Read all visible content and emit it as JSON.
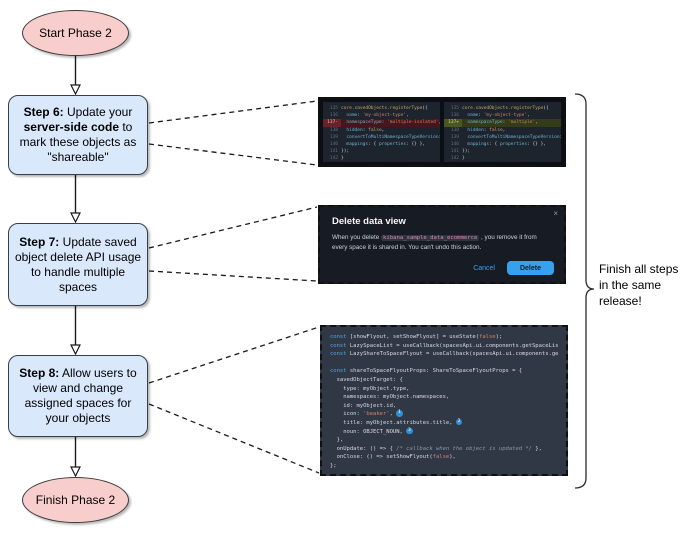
{
  "flowchart": {
    "start_label": "Start Phase 2",
    "finish_label": "Finish Phase 2",
    "steps": [
      {
        "segs": [
          [
            "b",
            "Step 6:"
          ],
          [
            "t",
            " Update your "
          ],
          [
            "b",
            "server-side code"
          ],
          [
            "t",
            " to mark these objects as \"shareable\""
          ]
        ]
      },
      {
        "segs": [
          [
            "b",
            "Step 7:"
          ],
          [
            "t",
            " Update saved object delete API usage to handle multiple spaces"
          ]
        ]
      },
      {
        "segs": [
          [
            "b",
            "Step 8:"
          ],
          [
            "t",
            " Allow users to view and change assigned spaces for your objects"
          ]
        ]
      }
    ],
    "brace_label": "Finish all steps in the same release!"
  },
  "colors": {
    "ellipse_fill": "#f8cecc",
    "step_fill": "#dae8fc",
    "accent_blue": "#36a2ef",
    "diff_removed_bg": "#46161c",
    "diff_added_bg": "#333b18",
    "code_bg_dark": "#1e242e",
    "code_bg_flyout": "#313845",
    "badge_blue": "#2f8fd6"
  },
  "diff": {
    "left": {
      "lines": [
        {
          "n": "135",
          "segs": [
            [
              "fn",
              "core.savedObjects.registerType"
            ],
            [
              "p",
              "({"
            ]
          ]
        },
        {
          "n": "136",
          "segs": [
            [
              "p",
              "  "
            ],
            [
              "k",
              "name"
            ],
            [
              "p",
              ": "
            ],
            [
              "s",
              "'my-object-type'"
            ],
            [
              "p",
              ","
            ]
          ]
        },
        {
          "n": "137-",
          "cls": "removed",
          "segs": [
            [
              "p",
              "  "
            ],
            [
              "k",
              "namespaceType"
            ],
            [
              "p",
              ": "
            ],
            [
              "s",
              "'multiple-isolated'"
            ],
            [
              "p",
              ","
            ]
          ]
        },
        {
          "n": "138",
          "segs": [
            [
              "p",
              "  "
            ],
            [
              "k",
              "hidden"
            ],
            [
              "p",
              ": "
            ],
            [
              "b",
              "false"
            ],
            [
              "p",
              ","
            ]
          ]
        },
        {
          "n": "139",
          "segs": [
            [
              "p",
              "  "
            ],
            [
              "k",
              "convertToMultiNamespaceTypeVersion"
            ],
            [
              "p",
              ": "
            ],
            [
              "s",
              "'"
            ]
          ]
        },
        {
          "n": "140",
          "segs": [
            [
              "p",
              "  "
            ],
            [
              "k",
              "mappings"
            ],
            [
              "p",
              ": { "
            ],
            [
              "k",
              "properties"
            ],
            [
              "p",
              ": {} },"
            ]
          ]
        },
        {
          "n": "141",
          "segs": [
            [
              "p",
              "});"
            ]
          ]
        },
        {
          "n": "142",
          "segs": [
            [
              "p",
              "}"
            ]
          ]
        }
      ]
    },
    "right": {
      "lines": [
        {
          "n": "135",
          "segs": [
            [
              "fn",
              "core.savedObjects.registerType"
            ],
            [
              "p",
              "({"
            ]
          ]
        },
        {
          "n": "136",
          "segs": [
            [
              "p",
              "  "
            ],
            [
              "k",
              "name"
            ],
            [
              "p",
              ": "
            ],
            [
              "s",
              "'my-object-type'"
            ],
            [
              "p",
              ","
            ]
          ]
        },
        {
          "n": "137+",
          "cls": "added",
          "segs": [
            [
              "p",
              "  "
            ],
            [
              "k",
              "namespaceType"
            ],
            [
              "p",
              ": "
            ],
            [
              "s",
              "'multiple'"
            ],
            [
              "p",
              ","
            ]
          ]
        },
        {
          "n": "138",
          "segs": [
            [
              "p",
              "  "
            ],
            [
              "k",
              "hidden"
            ],
            [
              "p",
              ": "
            ],
            [
              "b",
              "false"
            ],
            [
              "p",
              ","
            ]
          ]
        },
        {
          "n": "139",
          "segs": [
            [
              "p",
              "  "
            ],
            [
              "k",
              "convertToMultiNamespaceTypeVersion"
            ],
            [
              "p",
              ": "
            ],
            [
              "s",
              "'"
            ]
          ]
        },
        {
          "n": "140",
          "segs": [
            [
              "p",
              "  "
            ],
            [
              "k",
              "mappings"
            ],
            [
              "p",
              ": { "
            ],
            [
              "k",
              "properties"
            ],
            [
              "p",
              ": {} },"
            ]
          ]
        },
        {
          "n": "141",
          "segs": [
            [
              "p",
              "});"
            ]
          ]
        },
        {
          "n": "142",
          "segs": [
            [
              "p",
              "}"
            ]
          ]
        }
      ]
    }
  },
  "modal": {
    "title": "Delete data view",
    "close": "×",
    "body_pre": "When you delete ",
    "body_code": "kibana_sample_data_ecommerce",
    "body_post": " , you remove it from every space it is shared in. You can't undo this action.",
    "cancel_label": "Cancel",
    "delete_label": "Delete"
  },
  "flyout_code": {
    "lines": [
      {
        "segs": [
          [
            "kw",
            "const"
          ],
          [
            "p",
            " [showFlyout, setShowFlyout] = useState("
          ],
          [
            "b",
            "false"
          ],
          [
            "p",
            ");"
          ]
        ]
      },
      {
        "segs": [
          [
            "kw",
            "const"
          ],
          [
            "p",
            " LazySpaceList = useCallback(spacesApi.ui.components.getSpaceLis"
          ]
        ]
      },
      {
        "segs": [
          [
            "kw",
            "const"
          ],
          [
            "p",
            " LazyShareToSpaceFlyout = useCallback(spacesApi.ui.components.ge"
          ]
        ]
      },
      {
        "segs": []
      },
      {
        "segs": [
          [
            "kw",
            "const"
          ],
          [
            "p",
            " shareToSpaceFlyoutProps: ShareToSpaceFlyoutProps = {"
          ]
        ]
      },
      {
        "segs": [
          [
            "p",
            "  savedObjectTarget: {"
          ]
        ]
      },
      {
        "segs": [
          [
            "p",
            "    type: myObject.type,"
          ]
        ]
      },
      {
        "segs": [
          [
            "p",
            "    namespaces: myObject.namespaces,"
          ]
        ]
      },
      {
        "segs": [
          [
            "p",
            "    id: myObject.id,"
          ]
        ]
      },
      {
        "segs": [
          [
            "p",
            "    icon: "
          ],
          [
            "s",
            "'beaker'"
          ],
          [
            "p",
            ", "
          ],
          [
            "badge",
            "1"
          ]
        ]
      },
      {
        "segs": [
          [
            "p",
            "    title: myObject.attributes.title, "
          ],
          [
            "badge",
            "2"
          ]
        ]
      },
      {
        "segs": [
          [
            "p",
            "    noun: OBJECT_NOUN, "
          ],
          [
            "badge",
            "3"
          ]
        ]
      },
      {
        "segs": [
          [
            "p",
            "  },"
          ]
        ]
      },
      {
        "segs": [
          [
            "p",
            "  onUpdate: () => { "
          ],
          [
            "c",
            "/* callback when the object is updated */"
          ],
          [
            "p",
            " },"
          ]
        ]
      },
      {
        "segs": [
          [
            "p",
            "  onClose: () => setShowFlyout("
          ],
          [
            "b",
            "false"
          ],
          [
            "p",
            "),"
          ]
        ]
      },
      {
        "segs": [
          [
            "p",
            "};"
          ]
        ]
      }
    ]
  }
}
